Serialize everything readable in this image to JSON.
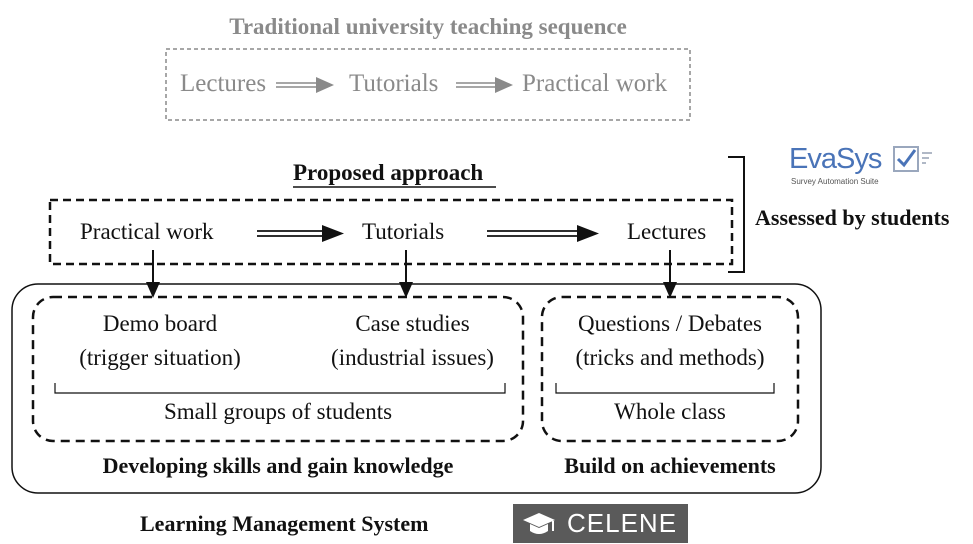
{
  "traditional": {
    "title": "Traditional university teaching sequence",
    "steps": [
      "Lectures",
      "Tutorials",
      "Practical work"
    ]
  },
  "proposed": {
    "title": "Proposed approach",
    "steps": [
      "Practical work",
      "Tutorials",
      "Lectures"
    ],
    "assessed_label": "Assessed by students"
  },
  "evasys": {
    "name": "EvaSys",
    "tagline": "Survey Automation Suite"
  },
  "groups": {
    "left": {
      "items": [
        {
          "title": "Demo board",
          "subtitle": "(trigger situation)"
        },
        {
          "title": "Case studies",
          "subtitle": "(industrial issues)"
        }
      ],
      "group_label": "Small groups of students",
      "caption": "Developing skills and gain knowledge"
    },
    "right": {
      "items": [
        {
          "title": "Questions / Debates",
          "subtitle": "(tricks and methods)"
        }
      ],
      "group_label": "Whole class",
      "caption": "Build on achievements"
    }
  },
  "footer": {
    "lms_label": "Learning Management System",
    "celene_label": "CELENE"
  },
  "colors": {
    "gray_text": "#8a8a8a",
    "celene_bg": "#5a5a5a",
    "evasys_blue": "#4a74b8"
  }
}
